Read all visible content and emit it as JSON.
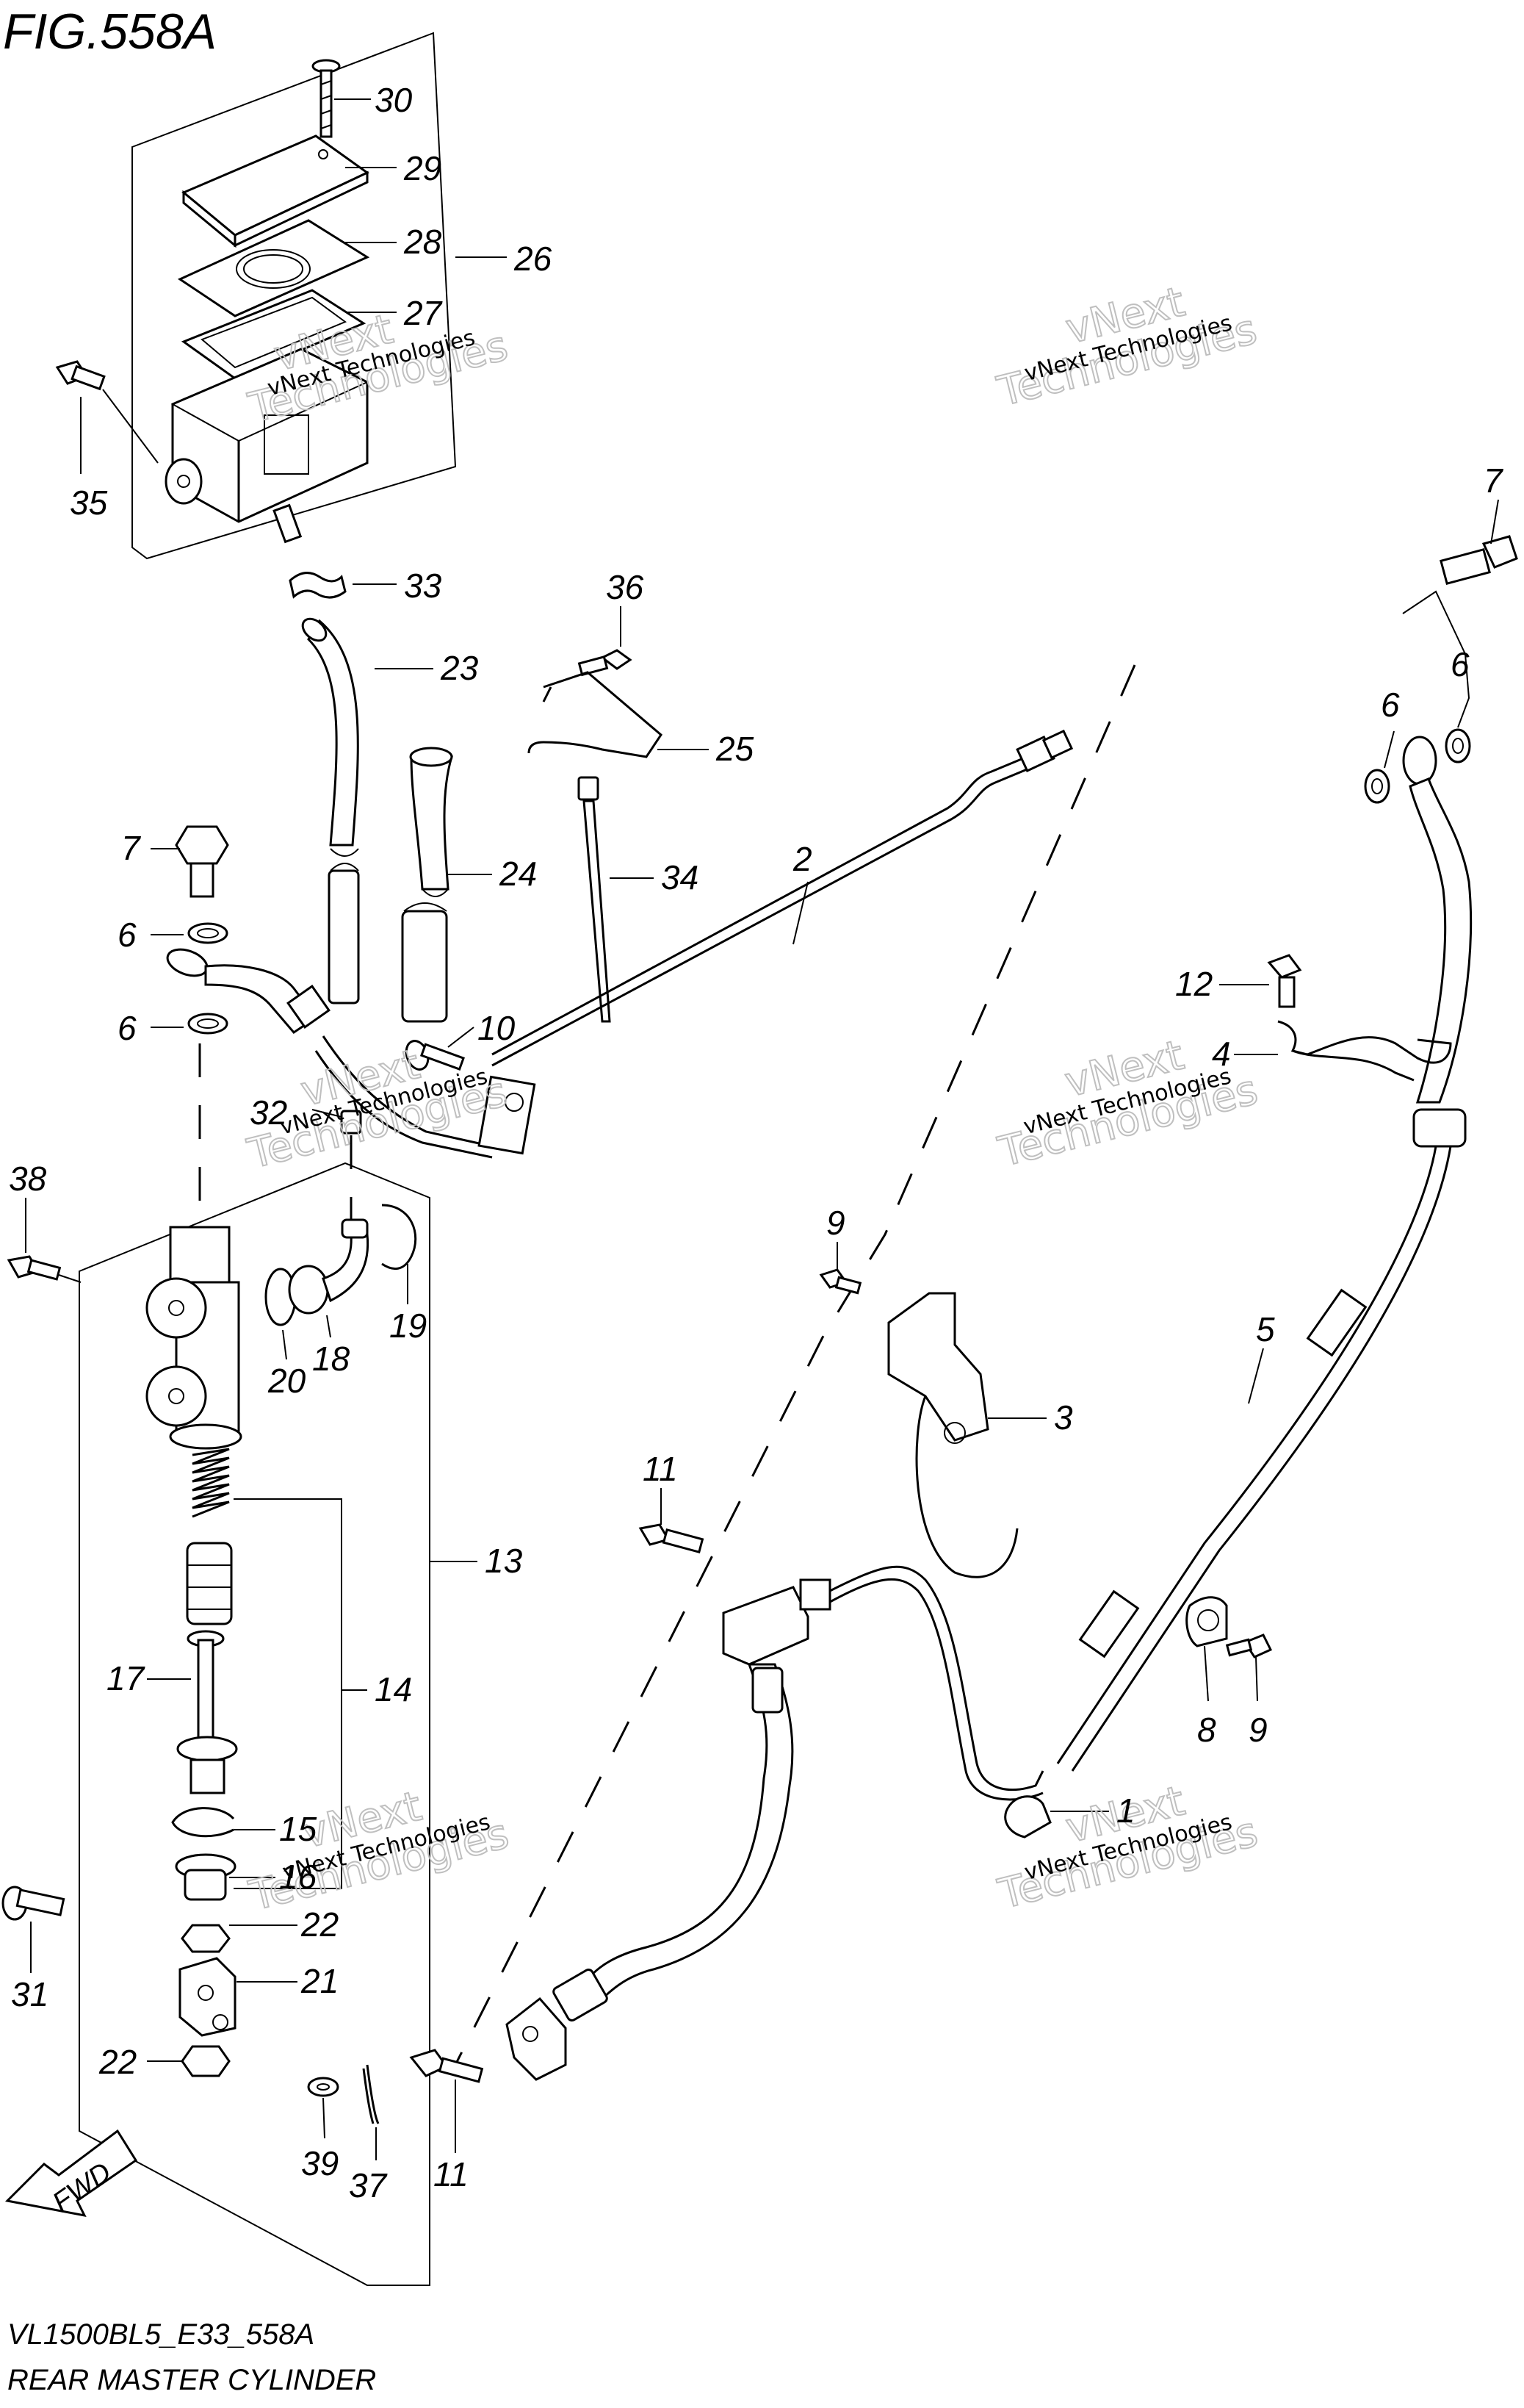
{
  "figure_title": "FIG.558A",
  "footer": {
    "model_code": "VL1500BL5_E33_558A",
    "caption": "REAR MASTER CYLINDER"
  },
  "fwd_label": "FWD",
  "watermark": {
    "line1": "vNext",
    "line2": "Technologies",
    "combined": "vNext Technologies"
  },
  "callouts": {
    "c30": "30",
    "c29": "29",
    "c28": "28",
    "c26": "26",
    "c27": "27",
    "c35": "35",
    "c33": "33",
    "c23": "23",
    "c24": "24",
    "c36": "36",
    "c25": "25",
    "c34": "34",
    "c2": "2",
    "c7a": "7",
    "c6a": "6",
    "c6b": "6",
    "c10": "10",
    "c32": "32",
    "c38": "38",
    "c19": "19",
    "c18": "18",
    "c20": "20",
    "c13": "13",
    "c14": "14",
    "c17": "17",
    "c15": "15",
    "c16": "16",
    "c22a": "22",
    "c21": "21",
    "c22b": "22",
    "c31": "31",
    "c39": "39",
    "c37": "37",
    "c11a": "11",
    "c11b": "11",
    "c9a": "9",
    "c3": "3",
    "c12": "12",
    "c4": "4",
    "c5": "5",
    "c7b": "7",
    "c6c": "6",
    "c6d": "6",
    "c8": "8",
    "c9b": "9",
    "c1": "1"
  }
}
